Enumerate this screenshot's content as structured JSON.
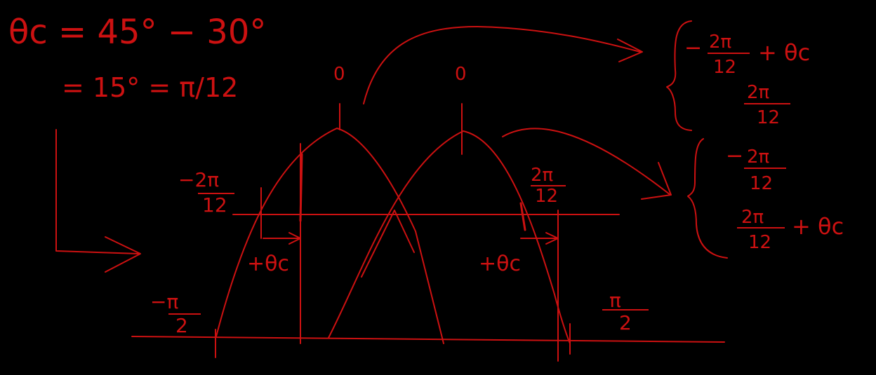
{
  "ink_color": "#cc1111",
  "equations": {
    "line1": "θc = 45° − 30°",
    "line2": "= 15° = π/12"
  },
  "peak_labels": {
    "left": "0",
    "right": "0"
  },
  "left_curve": {
    "bound_left": {
      "num": "−π",
      "den": "2"
    },
    "cut_label": {
      "num": "−2π",
      "den": "12"
    },
    "shift": "+θc"
  },
  "right_curve": {
    "bound_right": {
      "num": "π",
      "den": "2"
    },
    "cut_label": {
      "num": "2π",
      "den": "12"
    },
    "shift": "+θc"
  },
  "bracket_top": [
    {
      "prefix": "−",
      "num": "2π",
      "den": "12",
      "suffix": "+ θc"
    },
    {
      "prefix": "",
      "num": "2π",
      "den": "12",
      "suffix": ""
    }
  ],
  "bracket_bottom": [
    {
      "prefix": "−",
      "num": "2π",
      "den": "12",
      "suffix": ""
    },
    {
      "prefix": "",
      "num": "2π",
      "den": "12",
      "suffix": "+ θc"
    }
  ]
}
